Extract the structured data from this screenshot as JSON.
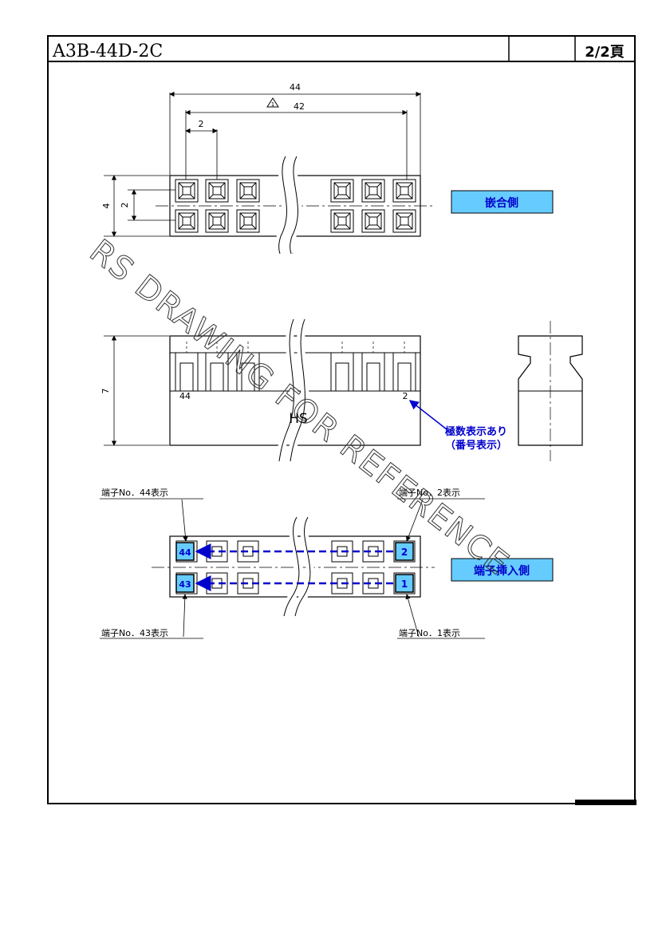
{
  "header": {
    "part_number": "A3B-44D-2C",
    "page": "2/2頁"
  },
  "dimensions": {
    "overall_width": "44",
    "pitch_span": "42",
    "pitch": "2",
    "height_top": "4",
    "row_pitch": "2",
    "side_height": "7"
  },
  "labels": {
    "mating_side": "嵌合側",
    "insertion_side": "端子挿入側",
    "pole_marking": "極数表示あり",
    "pole_marking_sub": "（番号表示）",
    "pin44_mark": "44",
    "pin2_mark": "2",
    "logo_mark": "HS"
  },
  "callouts": {
    "t44": "端子No．44表示",
    "t2": "端子No．2表示",
    "t43": "端子No．43表示",
    "t1": "端子No．1表示"
  },
  "pins": {
    "p44": "44",
    "p2": "2",
    "p43": "43",
    "p1": "1"
  },
  "watermark": "RS DRAWING FOR REFERENCE",
  "colors": {
    "label_fill": "#66ccff",
    "arrow_blue": "#0000cc",
    "line": "#000000"
  }
}
